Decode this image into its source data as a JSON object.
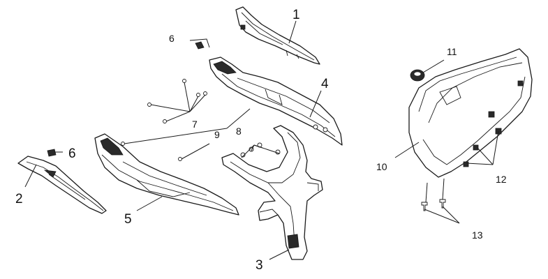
{
  "diagram": {
    "callouts": [
      {
        "id": "1",
        "text": "1"
      },
      {
        "id": "2",
        "text": "2"
      },
      {
        "id": "3",
        "text": "3"
      },
      {
        "id": "4",
        "text": "4"
      },
      {
        "id": "5",
        "text": "5"
      },
      {
        "id": "6a",
        "text": "6"
      },
      {
        "id": "6b",
        "text": "6"
      },
      {
        "id": "7",
        "text": "7"
      },
      {
        "id": "8",
        "text": "8"
      },
      {
        "id": "9",
        "text": "9"
      },
      {
        "id": "10",
        "text": "10"
      },
      {
        "id": "11",
        "text": "11"
      },
      {
        "id": "12",
        "text": "12"
      },
      {
        "id": "13",
        "text": "13"
      }
    ]
  },
  "colors": {
    "line": "#1a1a1a",
    "background": "#ffffff"
  }
}
